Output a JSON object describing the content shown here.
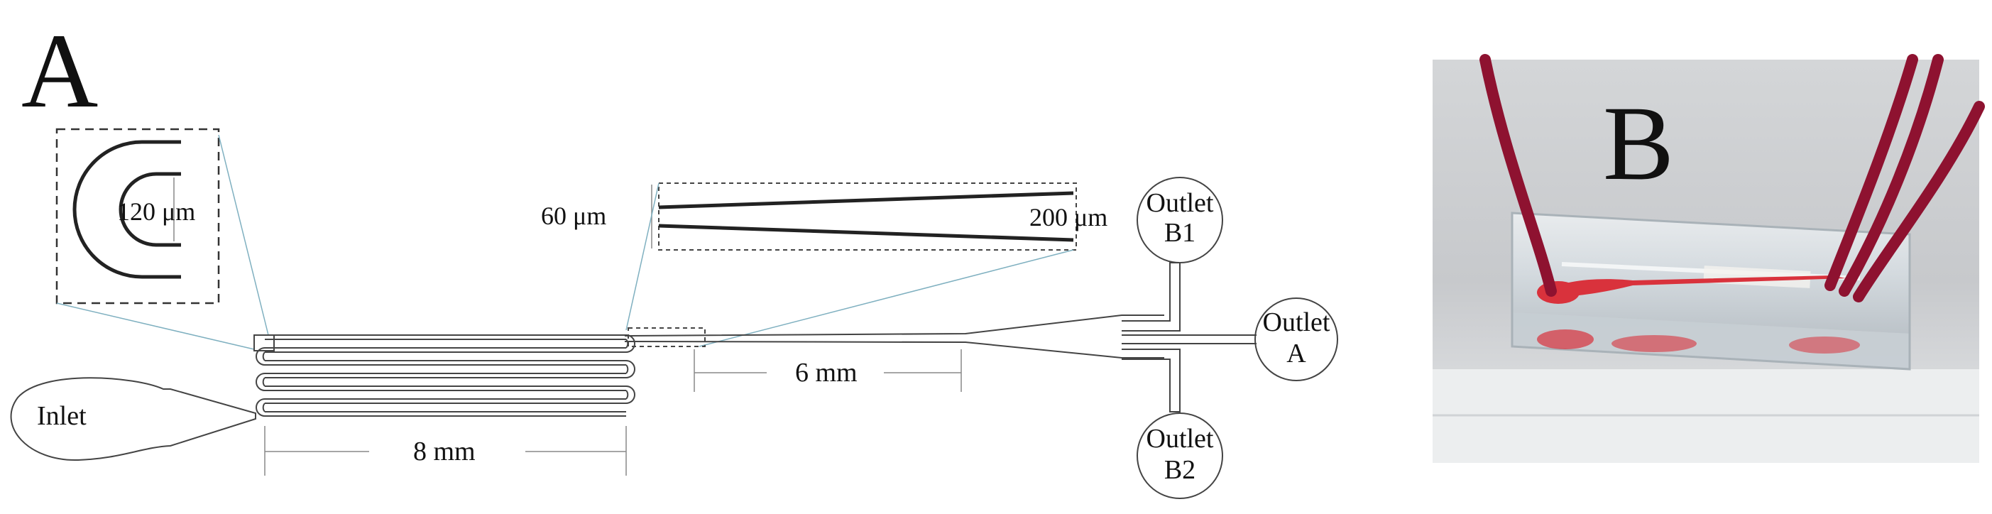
{
  "panel_a": {
    "label": "A",
    "inset_bend": {
      "dimension": "120 μm"
    },
    "inset_taper": {
      "narrow_dimension": "60 μm",
      "wide_dimension": "200 μm"
    },
    "inlet_label": "Inlet",
    "serpentine_length": "8 mm",
    "taper_length": "6 mm",
    "outlets": [
      {
        "line1": "Outlet",
        "line2": "B1"
      },
      {
        "line1": "Outlet",
        "line2": "A"
      },
      {
        "line1": "Outlet",
        "line2": "B2"
      }
    ]
  },
  "panel_b": {
    "label": "B",
    "tube_color": "#8e1230",
    "liquid_color": "#d9323c"
  }
}
